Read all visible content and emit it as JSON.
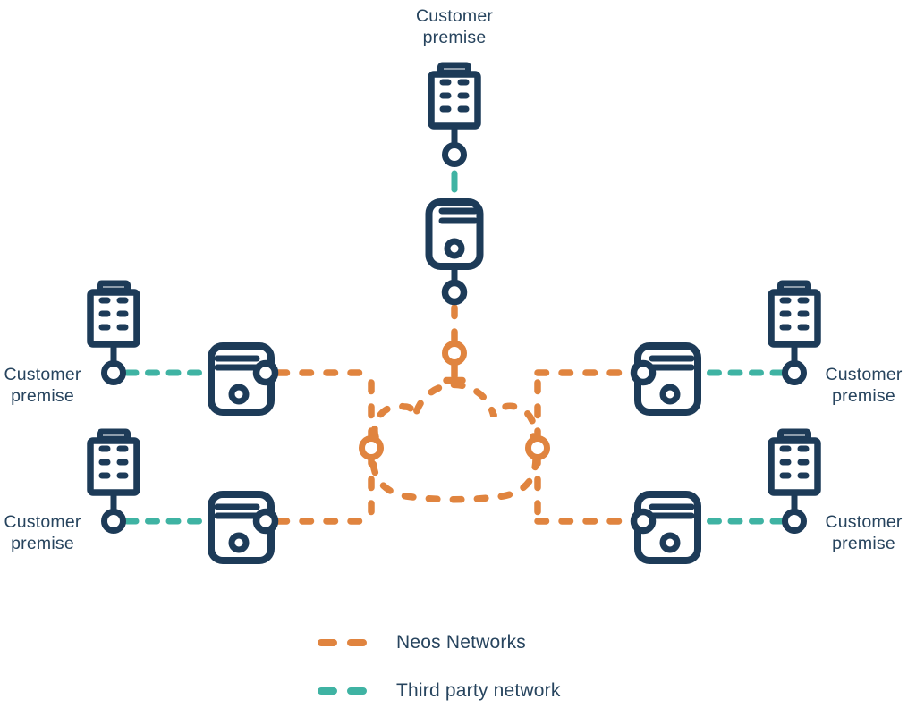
{
  "labels": {
    "customer_premise": "Customer premise"
  },
  "legend": {
    "items": [
      {
        "label": "Neos Networks",
        "color": "#e0843f"
      },
      {
        "label": "Third party network",
        "color": "#3fb3a3"
      }
    ]
  },
  "colors": {
    "navy": "#1d3b58",
    "orange": "#e0843f",
    "teal": "#3fb3a3",
    "text": "#27445e",
    "background": "#ffffff"
  }
}
